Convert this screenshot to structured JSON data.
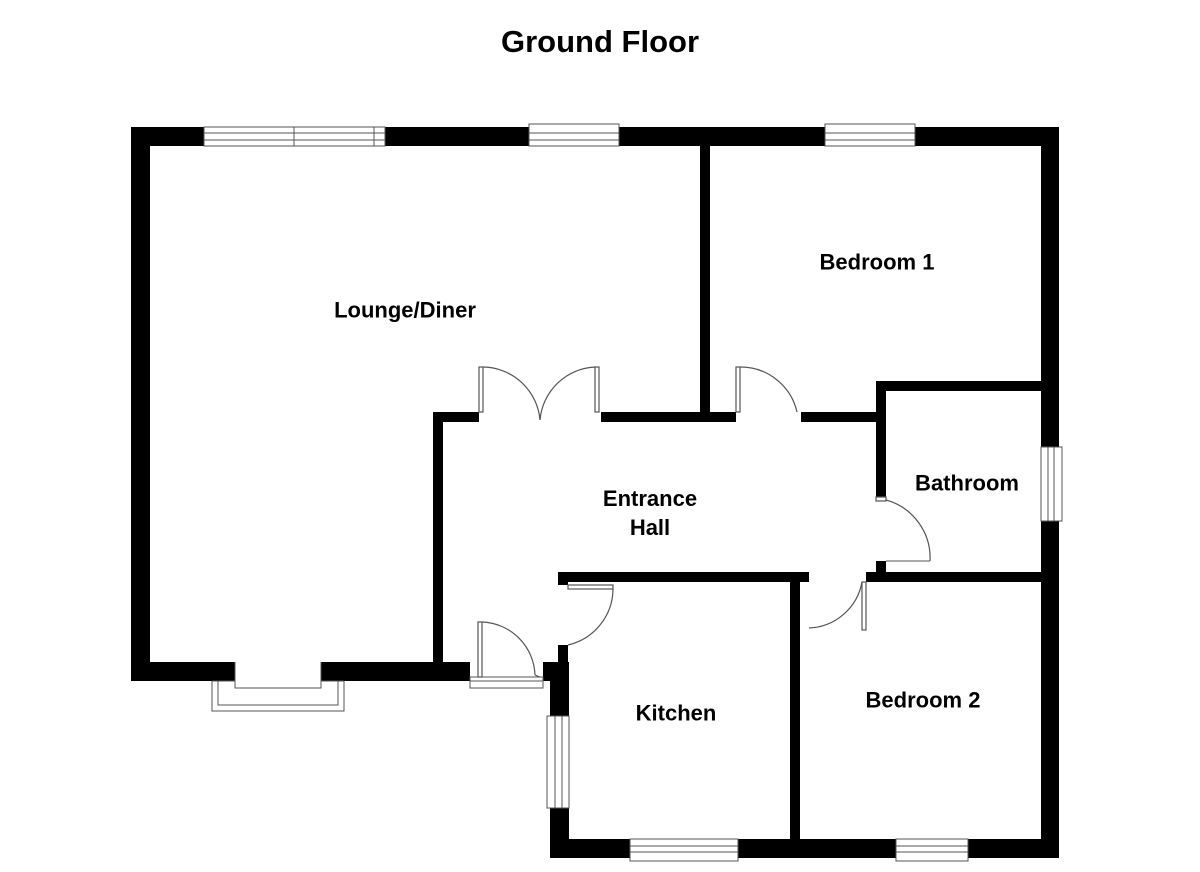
{
  "plan": {
    "title": "Ground Floor",
    "rooms": [
      {
        "id": "lounge-diner",
        "label": "Lounge/Diner"
      },
      {
        "id": "bedroom-1",
        "label": "Bedroom 1"
      },
      {
        "id": "entrance-hall",
        "label": "Entrance Hall",
        "lines": [
          "Entrance",
          "Hall"
        ]
      },
      {
        "id": "bathroom",
        "label": "Bathroom"
      },
      {
        "id": "kitchen",
        "label": "Kitchen"
      },
      {
        "id": "bedroom-2",
        "label": "Bedroom 2"
      }
    ]
  }
}
